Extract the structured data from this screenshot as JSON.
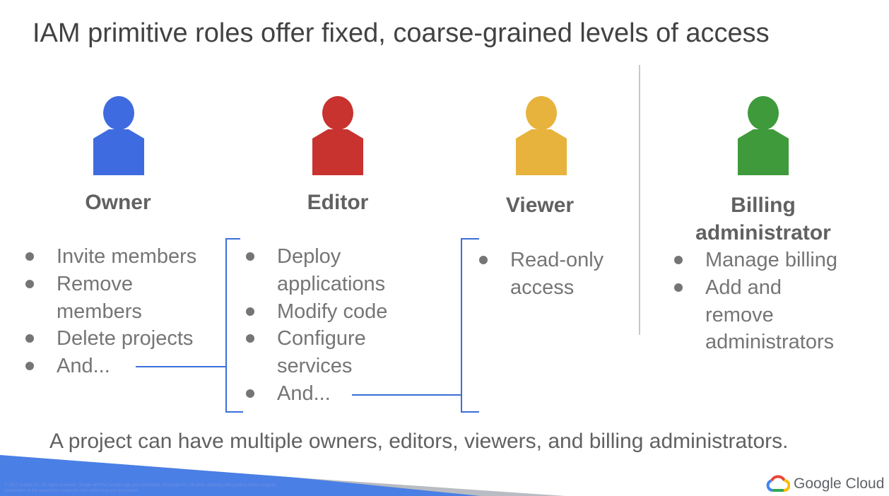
{
  "slide": {
    "title": "IAM primitive roles offer fixed, coarse-grained levels of access",
    "footer_text": "A project can have multiple owners, editors, viewers, and billing administrators.",
    "legal_text": "© 2017 Google Inc. All rights reserved. Google and the Google logo are trademarks of Google Inc. All other company and product names may be trademarks of the respective companies with which they are associated.",
    "brand": "Google Cloud"
  },
  "roles": [
    {
      "name": "Owner",
      "color": "#3f6be0",
      "bullets": [
        "Invite members",
        "Remove members",
        "Delete projects",
        "And..."
      ]
    },
    {
      "name": "Editor",
      "color": "#c8322f",
      "bullets": [
        "Deploy applications",
        "Modify code",
        "Configure services",
        "And..."
      ]
    },
    {
      "name": "Viewer",
      "color": "#e7b33c",
      "bullets": [
        "Read-only access"
      ]
    },
    {
      "name": "Billing administrator",
      "color": "#3e9a3a",
      "bullets": [
        "Manage billing",
        "Add and remove administrators"
      ]
    }
  ],
  "colors": {
    "connector": "#3b6fd8",
    "band_blue": "#4a7fe6",
    "band_gray": "#b9bcc2"
  }
}
